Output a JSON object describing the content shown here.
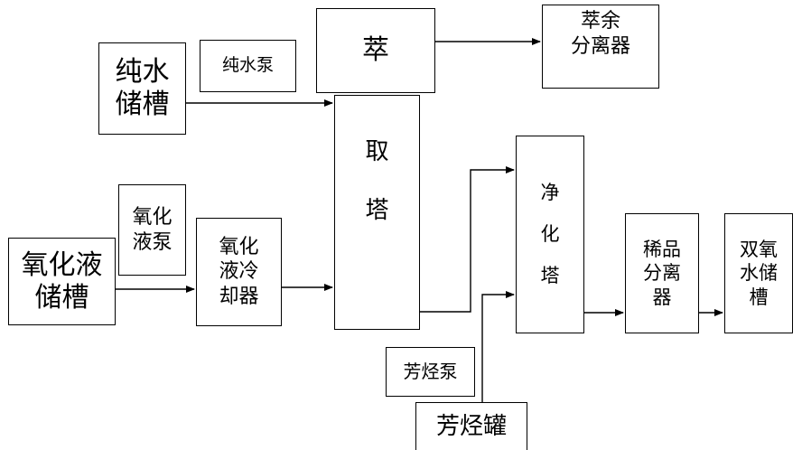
{
  "boxes": {
    "pure_water_tank": "纯水\n储槽",
    "pure_water_pump": "纯水泵",
    "extraction_top": "萃",
    "raffinate_separator": "萃余\n分离器",
    "extraction_tower": "取\n\n塔",
    "oxidation_pump": "氧化\n液泵",
    "oxidation_tank": "氧化液\n储槽",
    "oxidation_cooler": "氧化\n液冷\n却器",
    "purification_tower": "净\n\n化\n\n塔",
    "dilute_separator": "稀品\n分离\n器",
    "peroxide_tank": "双氧\n水储\n槽",
    "aromatic_pump": "芳烃泵",
    "aromatic_tank": "芳烃罐"
  }
}
